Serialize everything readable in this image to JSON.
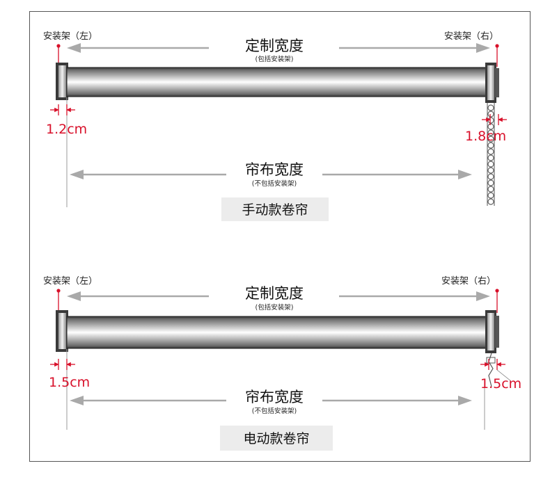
{
  "colors": {
    "accent": "#d8102a",
    "arrow": "#a9a9a9",
    "roller": "#4a4a4a",
    "caption_bg": "#ececec"
  },
  "manual": {
    "left_bracket": "安装架（左）",
    "right_bracket": "安装架（右）",
    "mount_width": "定制宽度",
    "mount_width_note": "(包括安装架)",
    "fabric_width": "帘布宽度",
    "fabric_width_note": "(不包括安装架)",
    "left_gap": "1.2cm",
    "right_gap": "1.8cm",
    "caption": "手动款卷帘"
  },
  "electric": {
    "left_bracket": "安装架（左）",
    "right_bracket": "安装架（右）",
    "mount_width": "定制宽度",
    "mount_width_note": "(包括安装架)",
    "fabric_width": "帘布宽度",
    "fabric_width_note": "(不包括安装架)",
    "left_gap": "1.5cm",
    "right_gap": "1.5cm",
    "caption": "电动款卷帘"
  }
}
